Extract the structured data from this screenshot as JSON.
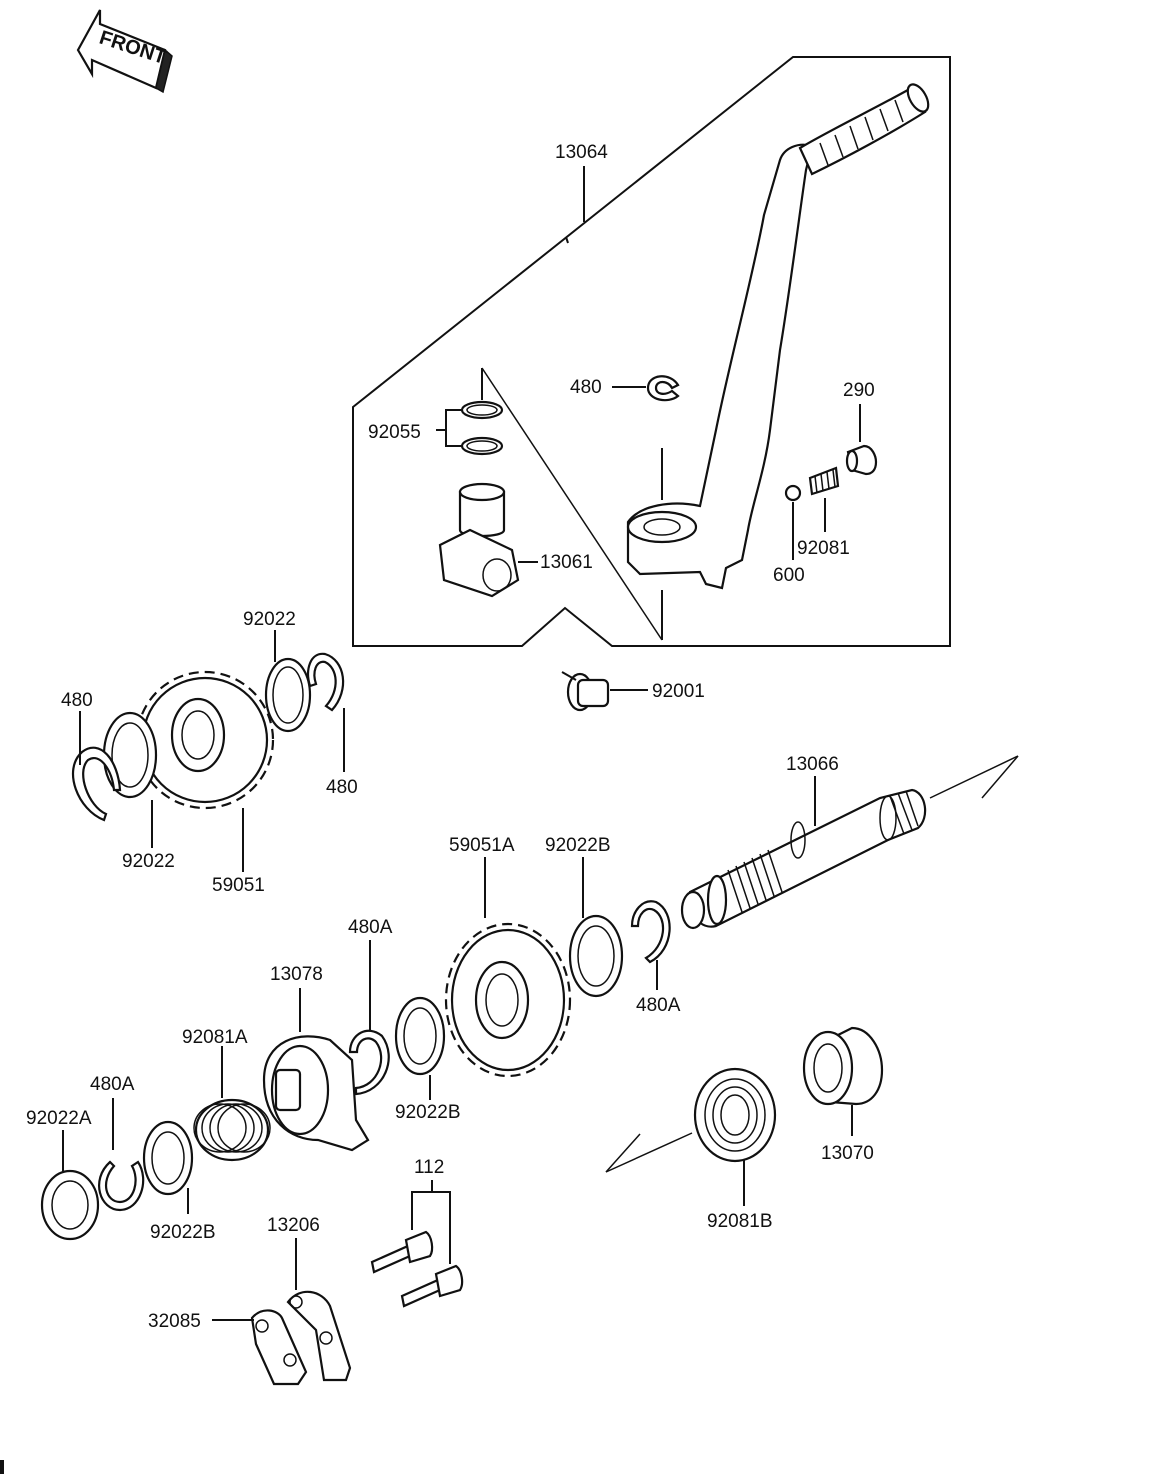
{
  "front_label": "FRONT",
  "labels": {
    "p13064": "13064",
    "p92055": "92055",
    "p13061": "13061",
    "p480_top": "480",
    "p290": "290",
    "p92081": "92081",
    "p600": "600",
    "p92001": "92001",
    "p92022_top": "92022",
    "p480_left": "480",
    "p480_right": "480",
    "p92022_left": "92022",
    "p59051": "59051",
    "p13066": "13066",
    "p59051A": "59051A",
    "p92022B_top": "92022B",
    "p480A_right": "480A",
    "p480A_mid": "480A",
    "p13078": "13078",
    "p92081A": "92081A",
    "p92022B_mid": "92022B",
    "p480A_left": "480A",
    "p92022A": "92022A",
    "p92022B_low": "92022B",
    "p13070": "13070",
    "p92081B": "92081B",
    "p112": "112",
    "p13206": "13206",
    "p32085": "32085"
  }
}
